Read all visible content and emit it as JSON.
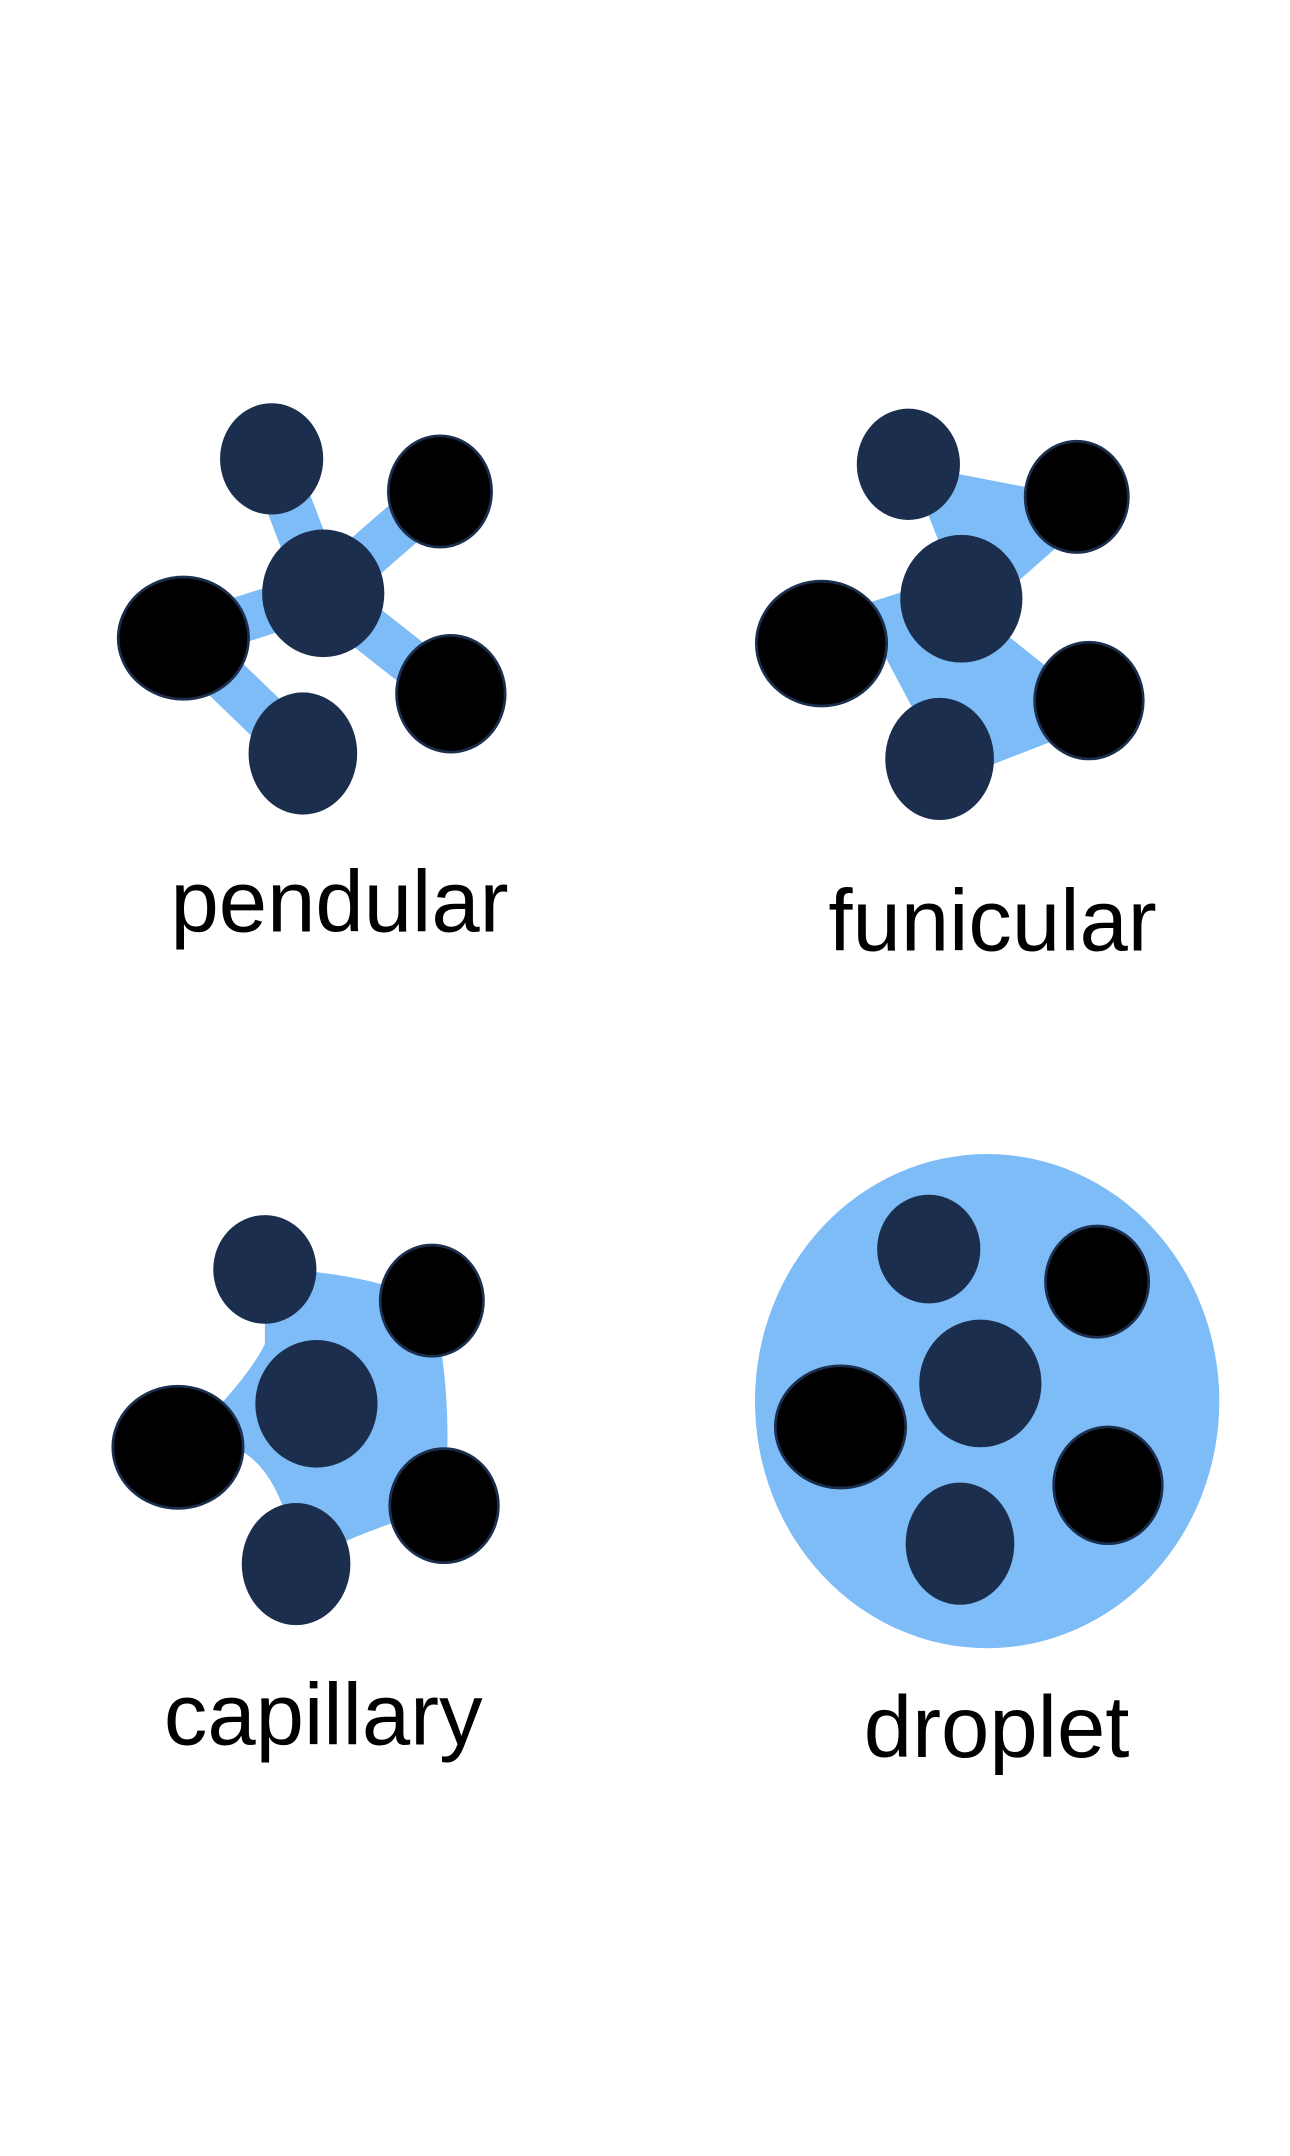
{
  "colors": {
    "liquid": "#7dbcf7",
    "particle_dark": "#1b2e4d",
    "particle_black": "#000000"
  },
  "panels": [
    {
      "label": "pendular"
    },
    {
      "label": "funicular"
    },
    {
      "label": "capillary"
    },
    {
      "label": "droplet"
    }
  ]
}
